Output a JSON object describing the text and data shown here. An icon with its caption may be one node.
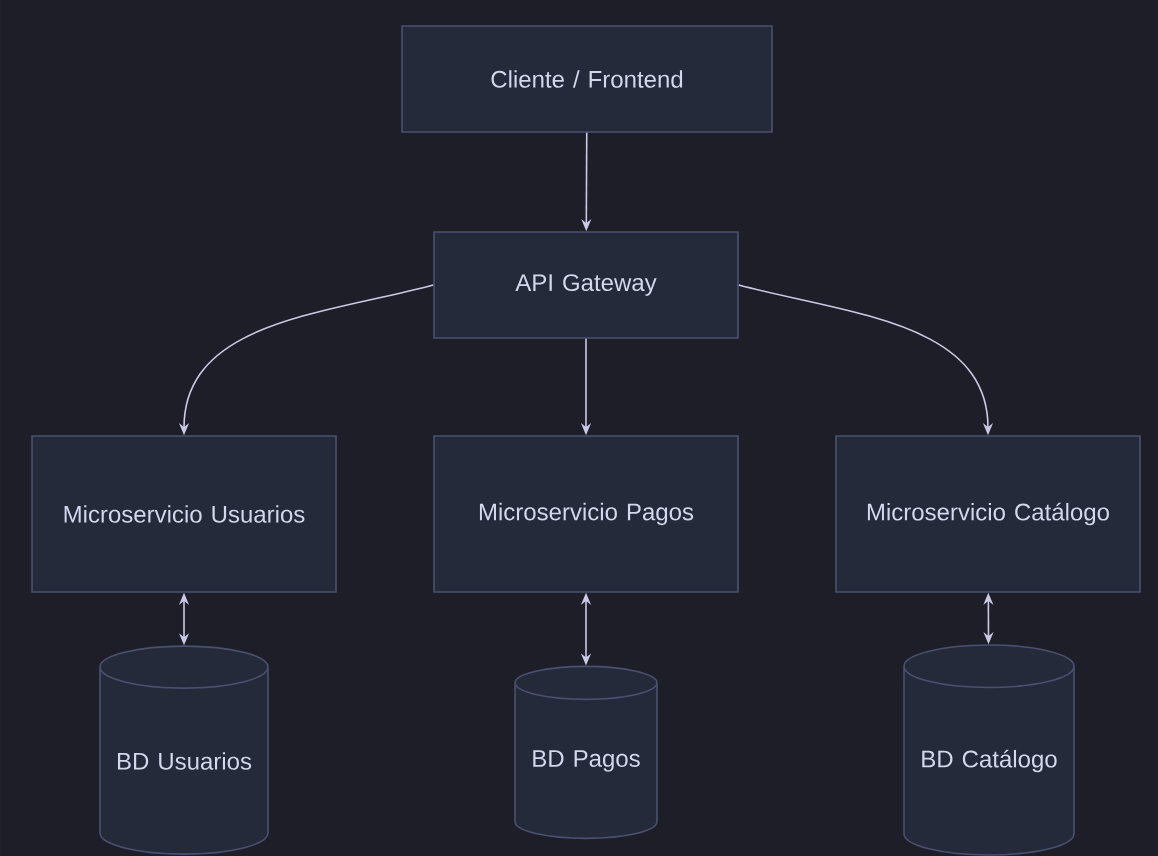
{
  "diagram": {
    "nodes": [
      {
        "text": [
          "Cliente / Frontend"
        ]
      },
      {
        "text": [
          "API Gateway"
        ]
      },
      {
        "text": [
          "Microservicio Usuarios"
        ]
      },
      {
        "text": [
          "Microservicio Pagos"
        ]
      },
      {
        "text": [
          "Microservicio Catálogo"
        ]
      },
      {
        "text": [
          "BD Usuarios"
        ]
      },
      {
        "text": [
          "BD Pagos"
        ]
      },
      {
        "text": [
          "BD Catálogo"
        ]
      }
    ],
    "edges": [
      {
        "from": 0,
        "to": 1,
        "arrow": "to"
      },
      {
        "from": 1,
        "to": 2,
        "arrow": "to"
      },
      {
        "from": 1,
        "to": 3,
        "arrow": "to"
      },
      {
        "from": 1,
        "to": 4,
        "arrow": "to"
      },
      {
        "from": 2,
        "to": 5,
        "arrow": "both"
      },
      {
        "from": 3,
        "to": 6,
        "arrow": "both"
      },
      {
        "from": 4,
        "to": 7,
        "arrow": "both"
      }
    ]
  }
}
